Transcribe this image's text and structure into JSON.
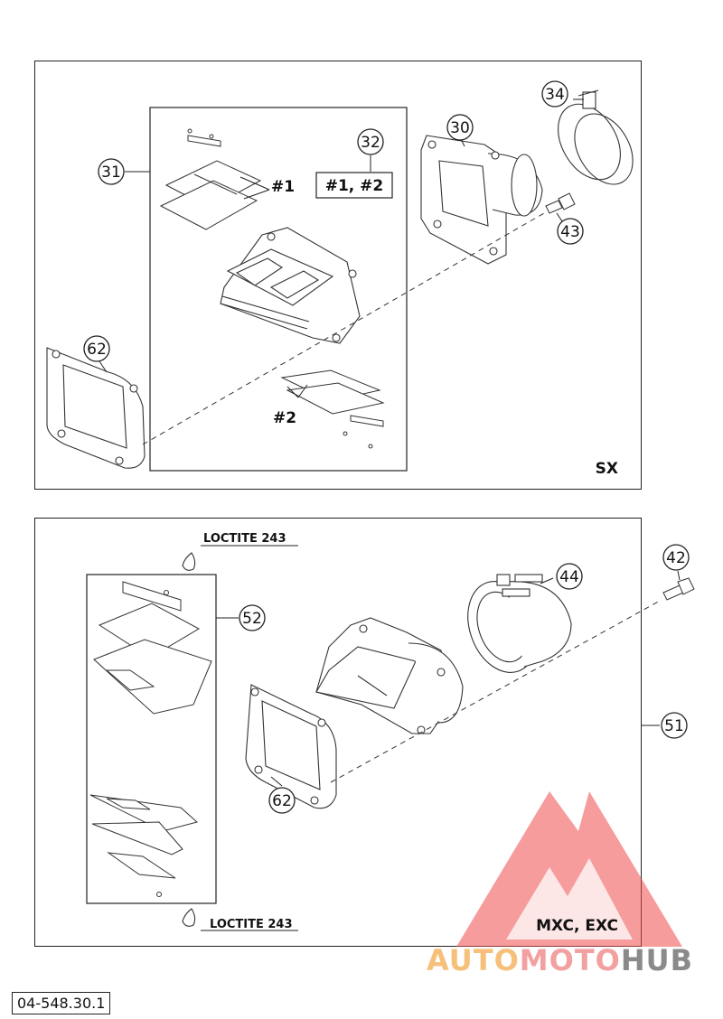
{
  "sheet_ref": "04-548.30.1",
  "watermark": {
    "text_auto": "AUTO",
    "text_moto": "MOTO",
    "text_hub": "HUB",
    "colors": {
      "auto": "#f6c07a",
      "moto": "#f3a0a0",
      "hub": "#8a8a8a",
      "logo": "#ef4b4b"
    }
  },
  "panels": [
    {
      "variant": "SX",
      "callouts": {
        "c31": "31",
        "c32": "32",
        "c30": "30",
        "c34": "34",
        "c43": "43",
        "c62": "62"
      },
      "labels": {
        "reed1": "#1",
        "reed2": "#2",
        "kit": "#1, #2"
      }
    },
    {
      "variant": "MXC, EXC",
      "callouts": {
        "c52": "52",
        "c44": "44",
        "c42": "42",
        "c51": "51",
        "c62": "62"
      },
      "labels": {
        "loctite_top": "LOCTITE 243",
        "loctite_bottom": "LOCTITE 243"
      }
    }
  ]
}
